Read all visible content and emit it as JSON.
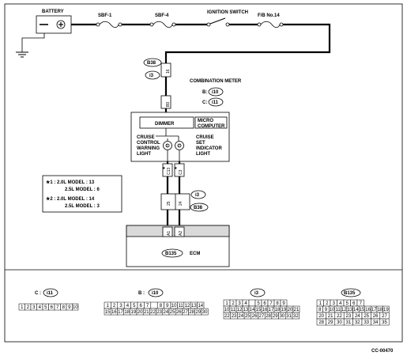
{
  "labels": {
    "battery": "BATTERY",
    "sbf1": "SBF-1",
    "sbf4": "SBF-4",
    "ignition_switch": "IGNITION SWITCH",
    "fb_no14": "F/B  No.14",
    "combination_meter": "COMBINATION METER",
    "dimmer": "DIMMER",
    "micro_computer_1": "MICRO",
    "micro_computer_2": "COMPUTER",
    "cruise_warning": [
      "CRUISE",
      "CONTROL",
      "WARNING",
      "LIGHT"
    ],
    "cruise_set": [
      "CRUISE",
      "SET",
      "INDICATOR",
      "LIGHT"
    ],
    "ecm": "ECM",
    "diagram_code": "CC-00470",
    "meter_b": "B:",
    "meter_c": "C:"
  },
  "connectors": {
    "b38": "B38",
    "i3": "i3",
    "i10": "i10",
    "i11": "i11",
    "b135": "B135"
  },
  "pins": {
    "i3_16": "16",
    "b38_b9": "B9",
    "c13": "C13",
    "c3": "C3",
    "p25": "25",
    "p24": "24",
    "a1": "A1",
    "a2": "A2",
    "star1": "★",
    "star2": "★",
    "lamp1": "1",
    "lamp2": "2"
  },
  "notes": {
    "note1_line1": "★1 : 2.0L MODEL : 13",
    "note1_line2": "2.5L MODEL :  6",
    "note2_line1": "★2 : 2.0L MODEL : 14",
    "note2_line2": "2.5L MODEL :  3"
  },
  "legend": {
    "c_prefix": "C :",
    "b_prefix": "B :",
    "i11_pins": [
      "1",
      "2",
      "3",
      "4",
      "5",
      "6",
      "7",
      "8",
      "9",
      "10"
    ],
    "i10_row1": [
      "1",
      "2",
      "3",
      "4",
      "5",
      "6",
      "7",
      "",
      "8",
      "9",
      "10",
      "11",
      "12",
      "13",
      "14"
    ],
    "i10_row2": [
      "15",
      "16",
      "17",
      "18",
      "19",
      "20",
      "21",
      "22",
      "23",
      "24",
      "25",
      "26",
      "27",
      "28",
      "29",
      "30"
    ],
    "i3_row1": [
      "1",
      "2",
      "3",
      "4",
      "",
      "5",
      "6",
      "7",
      "8",
      "9"
    ],
    "i3_row2": [
      "10",
      "11",
      "12",
      "13",
      "14",
      "15",
      "16",
      "17",
      "18",
      "19",
      "20",
      "21"
    ],
    "i3_row3": [
      "22",
      "23",
      "24",
      "25",
      "26",
      "27",
      "28",
      "29",
      "30",
      "31",
      "32"
    ],
    "b135_row1": [
      "1",
      "2",
      "3",
      "4",
      "5",
      "6",
      "7"
    ],
    "b135_row2": [
      "8",
      "9",
      "10",
      "11",
      "12",
      "13",
      "14",
      "15",
      "16",
      "17",
      "18",
      "19"
    ],
    "b135_row3": [
      "20",
      "21",
      "22",
      "23",
      "24",
      "25",
      "26",
      "27"
    ],
    "b135_row4": [
      "28",
      "29",
      "30",
      "31",
      "32",
      "33",
      "34",
      "35"
    ]
  }
}
